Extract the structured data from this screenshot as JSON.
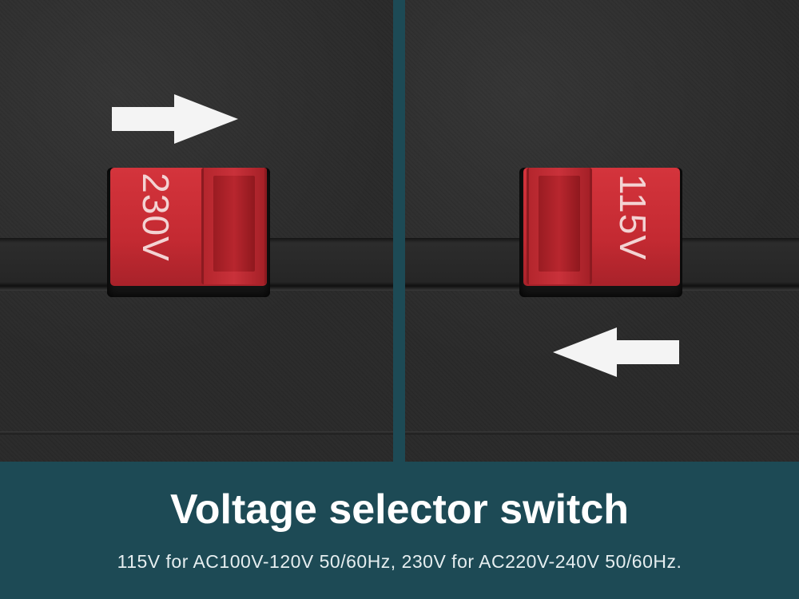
{
  "panels": {
    "left": {
      "switch_label": "230V",
      "arrow_direction": "right"
    },
    "right": {
      "switch_label": "115V",
      "arrow_direction": "left"
    }
  },
  "caption": {
    "title": "Voltage selector switch",
    "subtitle": "115V for AC100V-120V 50/60Hz, 230V for AC220V-240V 50/60Hz."
  },
  "colors": {
    "switch_red": "#c42a32",
    "caption_background": "#1d4a55",
    "device_surface": "#2b2b2b"
  }
}
